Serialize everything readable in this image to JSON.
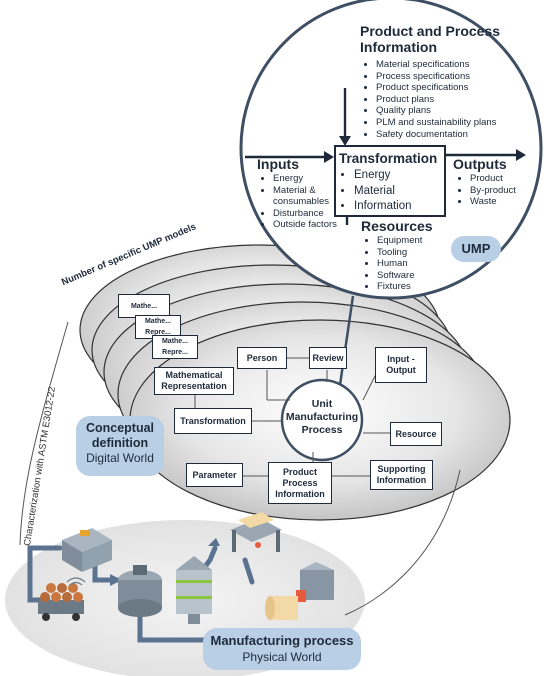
{
  "ump_detail": {
    "product_process_title": "Product and Process Information",
    "product_process_items": [
      "Material specifications",
      "Process specifications",
      "Product specifications",
      "Product plans",
      "Quality plans",
      "PLM and sustainability plans",
      "Safety documentation"
    ],
    "transformation_title": "Transformation",
    "transformation_items": [
      "Energy",
      "Material",
      "Information"
    ],
    "inputs_title": "Inputs",
    "inputs_items": [
      "Energy",
      "Material & consumables",
      "Disturbance",
      "Outside factors"
    ],
    "outputs_title": "Outputs",
    "outputs_items": [
      "Product",
      "By-product",
      "Waste"
    ],
    "resources_title": "Resources",
    "resources_items": [
      "Equipment",
      "Tooling",
      "Human",
      "Software",
      "Fixtures"
    ],
    "badge": "UMP"
  },
  "stack_label": "Number of specific UMP models",
  "characterization_label": "Characterization with ASTM E3012-22",
  "model": {
    "person": "Person",
    "review": "Review",
    "input_output": "Input - Output",
    "math_rep": "Mathematical Representation",
    "transformation": "Transformation",
    "center": "Unit Manufacturing Process",
    "resource": "Resource",
    "parameter": "Parameter",
    "ppi": "Product Process Information",
    "supporting": "Supporting Information",
    "back_math_1": "Mathe...",
    "back_math_2": "Mathe... Repre...",
    "back_math_3": "Mathe... Repre..."
  },
  "conceptual": {
    "title": "Conceptual definition",
    "subtitle": "Digital World"
  },
  "manufacturing": {
    "title": "Manufacturing process",
    "subtitle": "Physical World"
  },
  "colors": {
    "accent_blue": "#b8cfe6",
    "dark": "#1e2a3a",
    "circle_line": "#3f4f63"
  }
}
